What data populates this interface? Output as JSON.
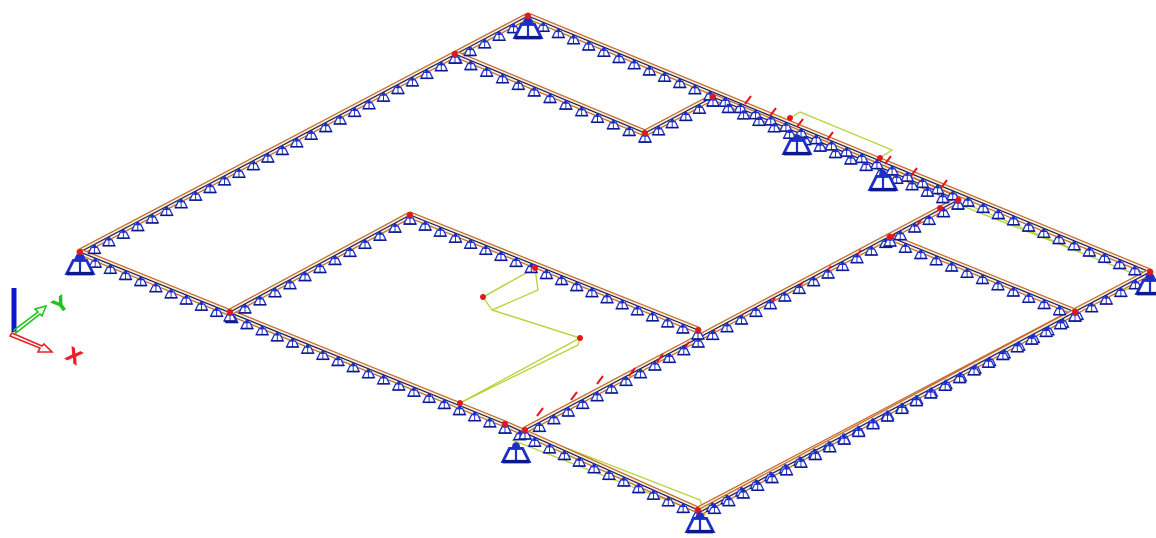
{
  "view": {
    "background": "#ffffff",
    "model": "isometric-foundation-beam-model"
  },
  "axes": {
    "x_label": "X",
    "y_label": "Y",
    "x_color": "#e8222a",
    "y_color": "#21c21d",
    "z_color": "#0b17cc"
  },
  "colors": {
    "beam_outer": "#c76a2e",
    "beam_inner": "#1b1b5a",
    "beam_fill": "#f6f1d9",
    "support": "#1e2fc8",
    "support_dark": "#0a1a8a",
    "node": "#e2161c",
    "load_mark": "#e2161c",
    "panel_outline": "#b8d23a"
  },
  "icons": [
    "support-icon",
    "node-icon",
    "axis-triad-icon"
  ]
}
